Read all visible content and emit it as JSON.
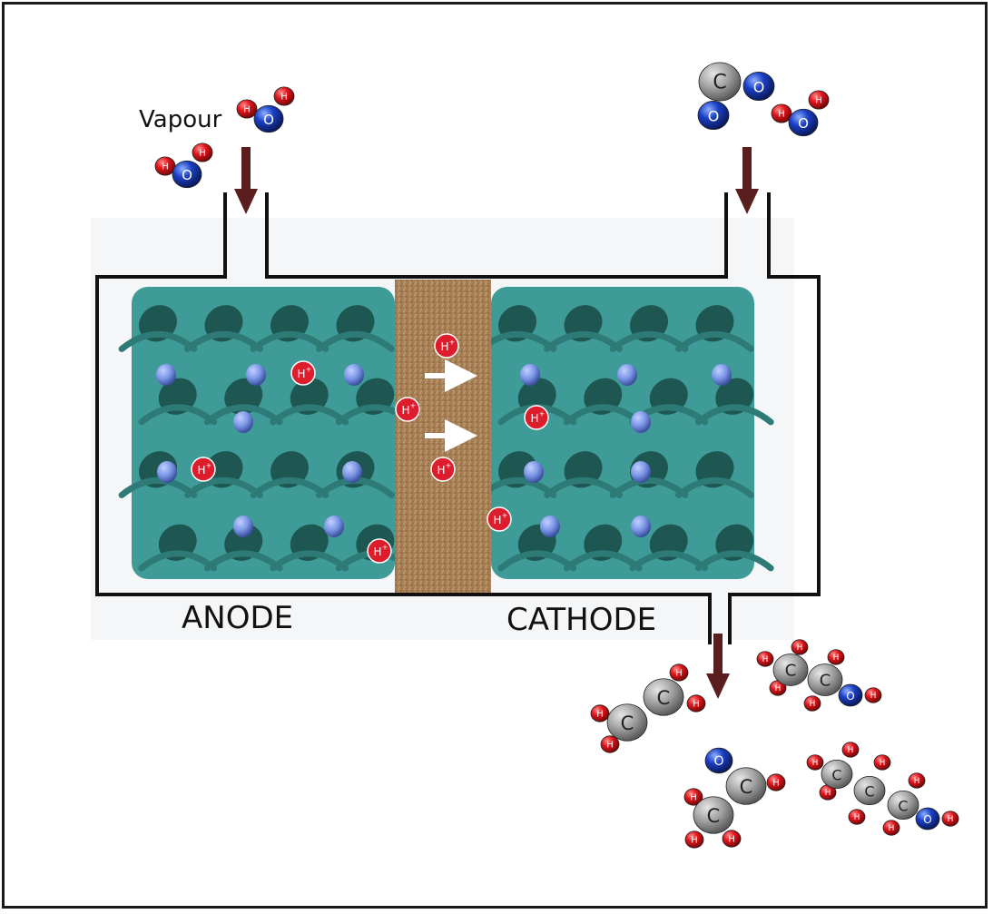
{
  "labels": {
    "vapour": "Vapour",
    "anode": "ANODE",
    "cathode": "CATHODE",
    "proton": "H",
    "proton_charge": "+"
  },
  "atoms": {
    "hydrogen": "H",
    "oxygen": "O",
    "carbon": "C"
  },
  "colors": {
    "frame": "#1a1a1a",
    "electrode": "#3f9b97",
    "electrode_dark": "#1e5652",
    "membrane": "#a77f55",
    "arrow": "#5b1e1e",
    "hydrogen": "#e0161c",
    "oxygen": "#1a3fc4",
    "carbon": "#a6a6a6",
    "metal_site": "#7b96e6",
    "proton": "#dd1c2c"
  },
  "icons": [
    "water-molecule-icon",
    "carbon-dioxide-molecule-icon",
    "ethylene-molecule-icon",
    "ethanol-molecule-icon",
    "propanol-molecule-icon",
    "acetaldehyde-molecule-icon",
    "proton-icon",
    "flow-arrow-icon"
  ]
}
